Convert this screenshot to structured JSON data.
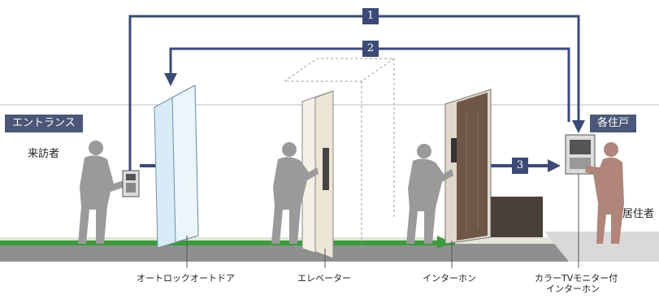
{
  "areas": {
    "entrance": "エントランス",
    "residence": "各住戸"
  },
  "people": {
    "visitor": "来訪者",
    "resident": "居住者"
  },
  "steps": [
    "1",
    "2",
    "3"
  ],
  "captions": {
    "autolock_door": "オートロックオートドア",
    "elevator": "エレベーター",
    "intercom": "インターホン",
    "monitor_line1": "カラーTVモニター付",
    "monitor_line2": "インターホン"
  },
  "colors": {
    "route_line": "#3c4a78",
    "floor_green": "#3d9a3d",
    "door_brown": "#6e5747",
    "person_gray": "#9a9a9a",
    "resident_brown": "#b0857a",
    "glass": "#d8ecf8"
  }
}
